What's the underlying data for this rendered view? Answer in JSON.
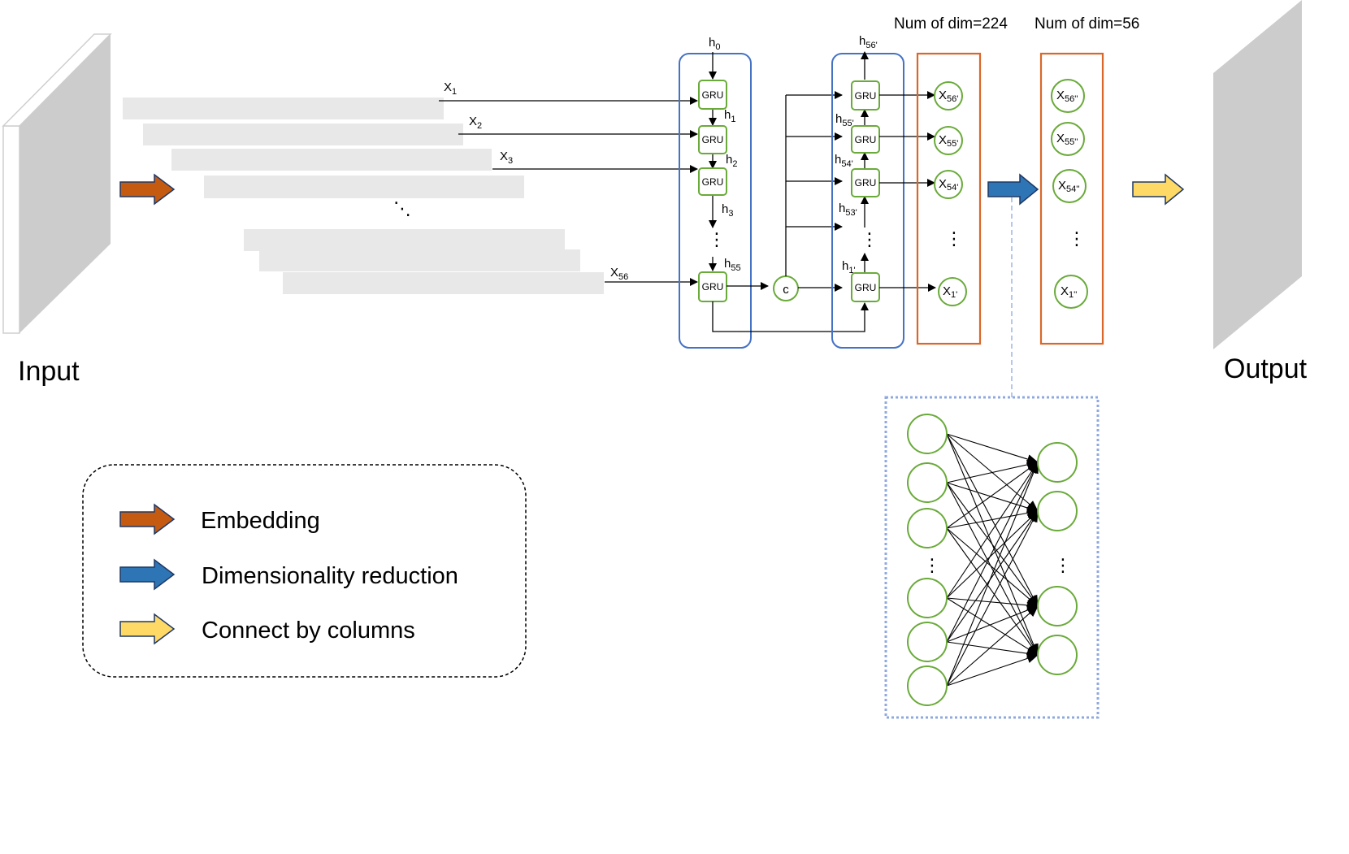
{
  "labels": {
    "input": "Input",
    "output": "Output",
    "dim224": "Num of dim=224",
    "dim56": "Num of dim=56",
    "gru": "GRU",
    "concat": "c",
    "dots": "⋮",
    "ddots": "⋱"
  },
  "inputs": [
    {
      "base": "X",
      "sub": "1"
    },
    {
      "base": "X",
      "sub": "2"
    },
    {
      "base": "X",
      "sub": "3"
    },
    {
      "base": "X",
      "sub": "56"
    }
  ],
  "hidden_forward": [
    {
      "base": "h",
      "sub": "0"
    },
    {
      "base": "h",
      "sub": "1"
    },
    {
      "base": "h",
      "sub": "2"
    },
    {
      "base": "h",
      "sub": "3"
    },
    {
      "base": "h",
      "sub": "55"
    }
  ],
  "hidden_backward": [
    {
      "base": "h",
      "sub": "56'"
    },
    {
      "base": "h",
      "sub": "55'"
    },
    {
      "base": "h",
      "sub": "54'"
    },
    {
      "base": "h",
      "sub": "53'"
    },
    {
      "base": "h",
      "sub": "1'"
    }
  ],
  "outputs_224": [
    {
      "base": "X",
      "sub": "56'"
    },
    {
      "base": "X",
      "sub": "55'"
    },
    {
      "base": "X",
      "sub": "54'"
    },
    {
      "base": "X",
      "sub": "1'"
    }
  ],
  "outputs_56": [
    {
      "base": "X",
      "sub": "56''"
    },
    {
      "base": "X",
      "sub": "55''"
    },
    {
      "base": "X",
      "sub": "54''"
    },
    {
      "base": "X",
      "sub": "1''"
    }
  ],
  "legend": [
    {
      "label": "Embedding",
      "color": "#c55a11"
    },
    {
      "label": "Dimensionality reduction",
      "color": "#2e75b6"
    },
    {
      "label": "Connect by columns",
      "color": "#ffd966"
    }
  ],
  "colors": {
    "embedding_arrow": "#c55a11",
    "reduction_arrow": "#2e75b6",
    "connect_arrow": "#ffd966",
    "gru_border": "#6aaa3a",
    "blue_box": "#4472c4",
    "orange_box": "#d9672a",
    "dotted_box": "#8fa9e0"
  }
}
